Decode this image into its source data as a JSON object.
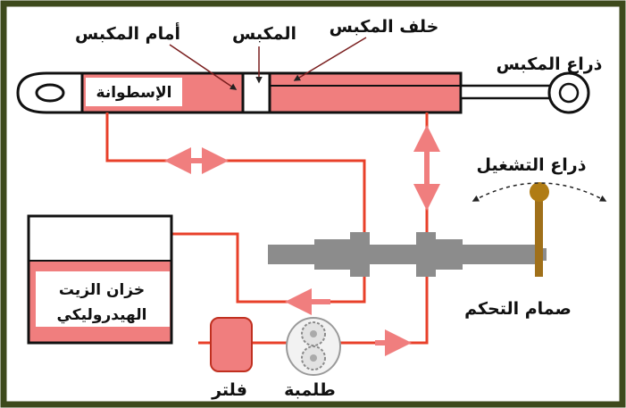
{
  "labels": {
    "behind_piston": "خلف المكبس",
    "piston": "المكبس",
    "front_of_piston": "أمام المكبس",
    "piston_rod": "ذراع المكبس",
    "cylinder": "الإسطوانة",
    "operating_lever": "ذراع التشغيل",
    "control_valve": "صمام التحكم",
    "tank_line1": "خزان الزيت",
    "tank_line2": "الهيدروليكي",
    "filter": "فلتر",
    "pump": "طلمبة"
  },
  "colors": {
    "frame": "#3e4a1c",
    "line": "#e8402a",
    "fill": "#f07e7e",
    "valve": "#8c8c8c",
    "lever": "#a0701a",
    "knob": "#b07c14"
  },
  "icons": {
    "rod_eye": "ring-icon",
    "pump": "gear-pump-icon",
    "filter": "filter-icon"
  }
}
